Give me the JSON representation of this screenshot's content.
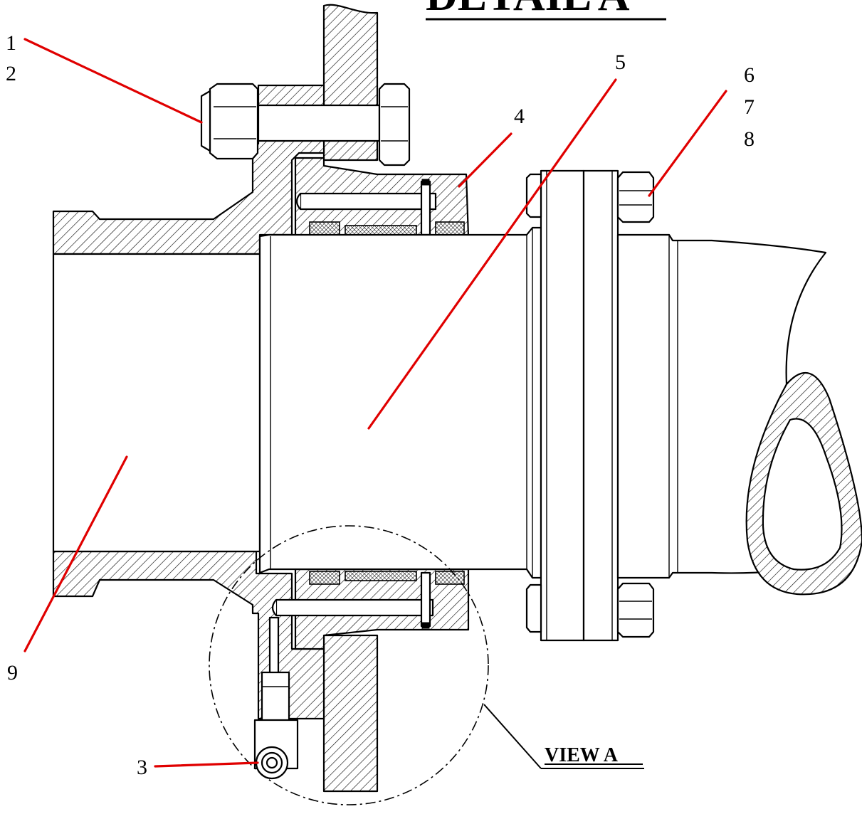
{
  "title": "DETAIL A",
  "view_label": "VIEW A",
  "part_labels": [
    {
      "id": "p1",
      "text": "1"
    },
    {
      "id": "p2",
      "text": "2"
    },
    {
      "id": "p3",
      "text": "3"
    },
    {
      "id": "p4",
      "text": "4"
    },
    {
      "id": "p5",
      "text": "5"
    },
    {
      "id": "p6",
      "text": "6"
    },
    {
      "id": "p7",
      "text": "7"
    },
    {
      "id": "p8",
      "text": "8"
    },
    {
      "id": "p9",
      "text": "9"
    }
  ],
  "colors": {
    "leader": "#e00000",
    "line": "#000000",
    "background": "#ffffff"
  }
}
